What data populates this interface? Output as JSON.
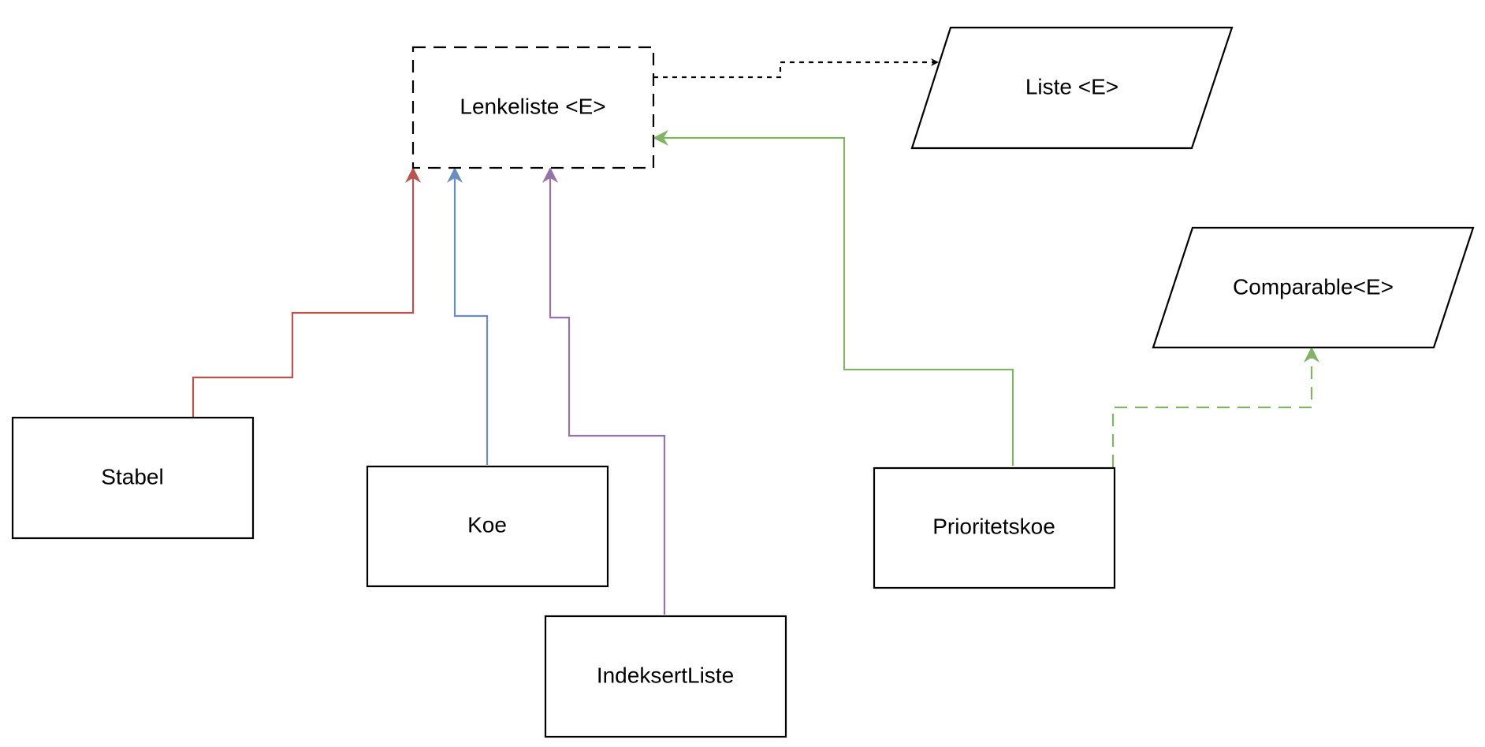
{
  "diagram": {
    "nodes": {
      "lenkeliste": {
        "label": "Lenkeliste <E>",
        "shape": "dashed-rectangle"
      },
      "liste": {
        "label": "Liste <E>",
        "shape": "parallelogram"
      },
      "comparable": {
        "label": "Comparable<E>",
        "shape": "parallelogram"
      },
      "stabel": {
        "label": "Stabel",
        "shape": "rectangle"
      },
      "koe": {
        "label": "Koe",
        "shape": "rectangle"
      },
      "indeksert_liste": {
        "label": "IndeksertListe",
        "shape": "rectangle"
      },
      "prioritetskoe": {
        "label": "Prioritetskoe",
        "shape": "rectangle"
      }
    },
    "edges": [
      {
        "from": "Lenkeliste <E>",
        "to": "Liste <E>",
        "style": "dotted",
        "color": "#000000"
      },
      {
        "from": "Stabel",
        "to": "Lenkeliste <E>",
        "style": "solid",
        "color": "#b85450"
      },
      {
        "from": "Koe",
        "to": "Lenkeliste <E>",
        "style": "solid",
        "color": "#6c8ebf"
      },
      {
        "from": "IndeksertListe",
        "to": "Lenkeliste <E>",
        "style": "solid",
        "color": "#9673a6"
      },
      {
        "from": "Prioritetskoe",
        "to": "Lenkeliste <E>",
        "style": "solid",
        "color": "#82b366"
      },
      {
        "from": "Prioritetskoe",
        "to": "Comparable<E>",
        "style": "dashed",
        "color": "#82b366"
      }
    ]
  }
}
